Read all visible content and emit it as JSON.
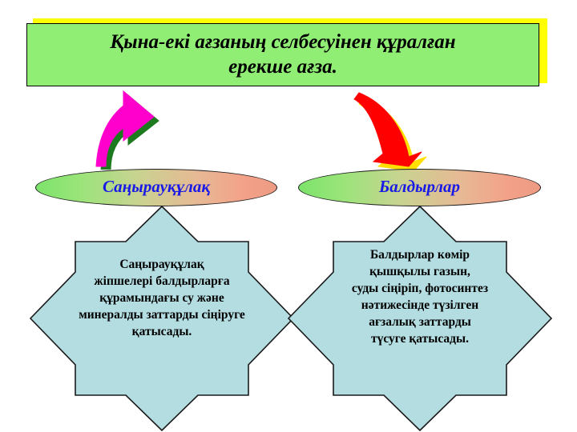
{
  "slide": {
    "title": {
      "line1": "Қына-екі ағзаның селбесуінен құралған",
      "line2": "ерекше ағза.",
      "text": "Қына-екі ағзаның селбесуінен құралған ерекше ағза.",
      "fill_color": "#90EE75",
      "shadow_color": "#FFFF00",
      "border_color": "#000000"
    },
    "arrows": [
      {
        "name": "curved-arrow-left",
        "body_color": "#FF00CC",
        "shadow_color": "#1E7A1E",
        "direction": "up-right"
      },
      {
        "name": "curved-arrow-right",
        "body_color": "#FF0000",
        "shadow_color": "#FFE000",
        "direction": "down-right"
      }
    ],
    "nodes": [
      {
        "label": "Саңырауқұлақ",
        "label_color": "#1A1AE6",
        "gradient_from": "#7CE36A",
        "gradient_to": "#EE9A84"
      },
      {
        "label": "Балдырлар",
        "label_color": "#1A1AE6",
        "gradient_from": "#7CE36A",
        "gradient_to": "#EE9A84"
      }
    ],
    "panels": [
      {
        "name": "mushroom-description",
        "text": "Саңырауқұлақ\nжіпшелері балдырларға\nқұрамындағы су және\nминералды заттарды сіңіруге\nқатысады.",
        "fill_color": "#B4DDE2",
        "border_color": "#1a1a1a"
      },
      {
        "name": "algae-description",
        "text": "Балдырлар көмір\nқышқылы газын,\nсуды сіңіріп, фотосинтез\nнәтижесінде түзілген\nағзалық заттарды\nтүсуге қатысады.",
        "fill_color": "#B4DDE2",
        "border_color": "#1a1a1a"
      }
    ]
  }
}
